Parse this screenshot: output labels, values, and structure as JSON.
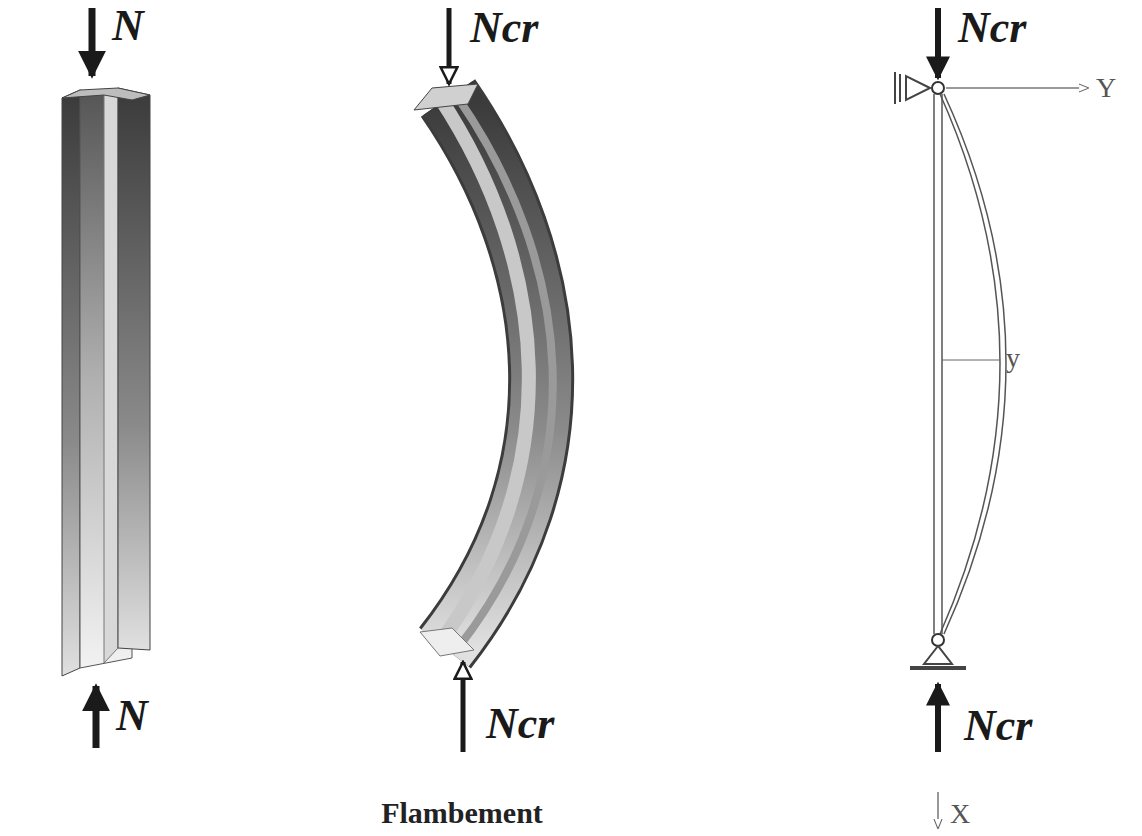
{
  "diagram": {
    "caption": "Flambement",
    "labels": [
      "N",
      "N",
      "Ncr",
      "Ncr",
      "Ncr",
      "Ncr",
      "Y",
      "y",
      "X"
    ]
  }
}
